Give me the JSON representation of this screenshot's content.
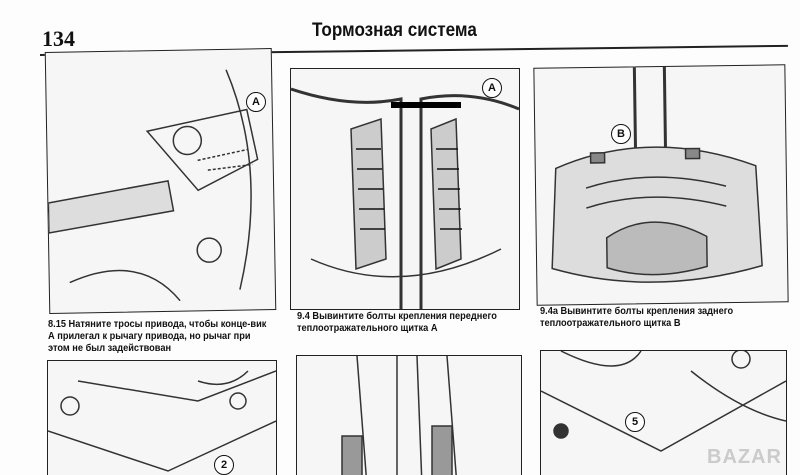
{
  "header": {
    "page_number": "134",
    "title": "Тормозная система"
  },
  "figures": [
    {
      "callout": "A",
      "caption": "8.15 Натяните тросы привода, чтобы конце-вик А прилегал к рычагу привода, но рычаг при этом не был задействован"
    },
    {
      "callout": "A",
      "caption": "9.4 Вывинтите болты крепления переднего теплоотражательного щитка А"
    },
    {
      "callout": "B",
      "caption": "9.4а Вывинтите болты крепления заднего теплоотражательного щитка В"
    },
    {
      "callout": "2"
    },
    {
      "callout": ""
    },
    {
      "callout": "5"
    }
  ],
  "watermark": "BAZAR"
}
